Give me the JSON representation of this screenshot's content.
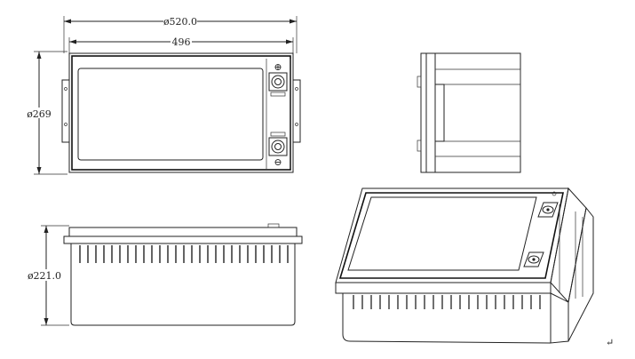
{
  "dimensions": {
    "width_outer": "ø520.0",
    "width_inner": "496",
    "height_front": "ø269",
    "height_side": "ø221.0"
  },
  "marks": {
    "positive_terminal_symbol": "⊕",
    "negative_terminal_symbol": "⊖",
    "paragraph_mark": "↵"
  }
}
